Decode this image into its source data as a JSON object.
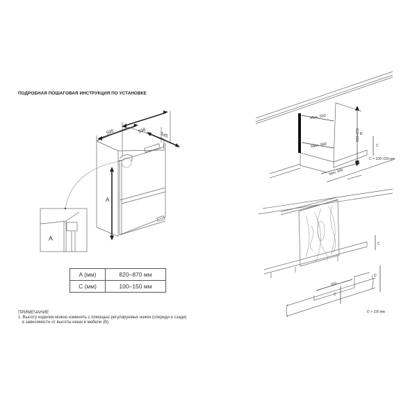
{
  "title": "ПОДРОБНАЯ ПОШАГОВАЯ ИНСТРУКЦИЯ ПО УСТАНОВКЕ",
  "left_diagram": {
    "dimensions": {
      "width": "595",
      "width_inner": "598",
      "depth": "545",
      "height_label": "A"
    },
    "detail_label": "A"
  },
  "spec_table": {
    "rows": [
      {
        "key": "A (мм)",
        "value": "820–870 мм"
      },
      {
        "key": "C (мм)",
        "value": "100–150 мм"
      }
    ]
  },
  "note": {
    "heading": "ПРИМЕЧАНИЕ",
    "line1": "1. Высоту изделия можно изменять с помощью регулируемых ножек (спереди и сзади)",
    "line2": "в зависимости от высоты ниши в мебели (B)."
  },
  "right_top_diagram": {
    "min_top": "Мин. 550",
    "min_bottom": "Мин. 560",
    "min_depth": "Мин. 600",
    "height_range": "820–870",
    "height_label": "B",
    "c_label": "C",
    "c_note": "C = 100–150 мм"
  },
  "right_bottom_diagram": {
    "c_label": "C",
    "width_dim": "600",
    "c_label2": "C",
    "d_label": "D",
    "d_note": "D > 150 мм"
  }
}
